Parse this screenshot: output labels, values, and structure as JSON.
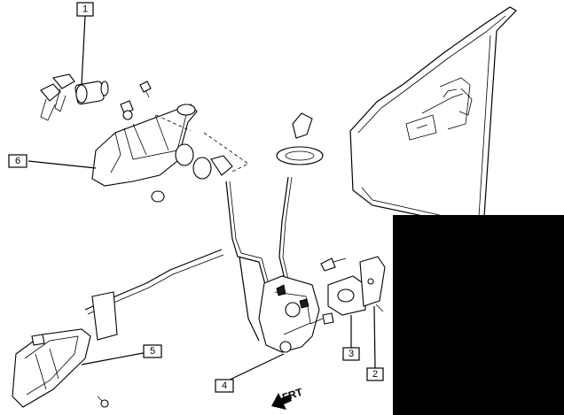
{
  "callouts": [
    {
      "id": "1",
      "label": "1"
    },
    {
      "id": "2",
      "label": "2"
    },
    {
      "id": "3",
      "label": "3"
    },
    {
      "id": "4",
      "label": "4"
    },
    {
      "id": "5",
      "label": "5"
    },
    {
      "id": "6",
      "label": "6"
    }
  ],
  "direction_label": "FRT",
  "colors": {
    "line": "#000000",
    "background": "#ffffff",
    "redaction": "#000000"
  }
}
